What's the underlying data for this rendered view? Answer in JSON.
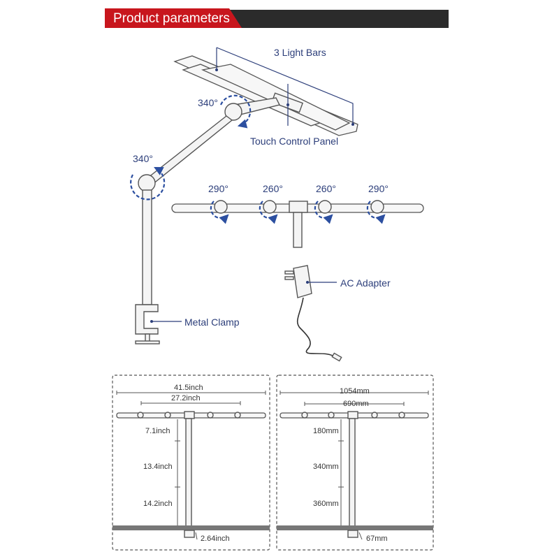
{
  "header": {
    "title": "Product parameters",
    "accent_color": "#c8161d",
    "dark_color": "#2b2b2b"
  },
  "labels": {
    "light_bars": "3 Light Bars",
    "touch_panel": "Touch Control Panel",
    "metal_clamp": "Metal Clamp",
    "ac_adapter": "AC Adapter"
  },
  "rotation": {
    "upper_joint": "340°",
    "lower_joint": "340°",
    "bar_joints": [
      "290°",
      "260°",
      "260°",
      "290°"
    ]
  },
  "dimensions_inch": {
    "total_width": "41.5inch",
    "inner_width": "27.2inch",
    "seg_top": "7.1inch",
    "seg_mid": "13.4inch",
    "seg_low": "14.2inch",
    "clamp": "2.64inch"
  },
  "dimensions_mm": {
    "total_width": "1054mm",
    "inner_width": "690mm",
    "seg_top": "180mm",
    "seg_mid": "340mm",
    "seg_low": "360mm",
    "clamp": "67mm"
  }
}
